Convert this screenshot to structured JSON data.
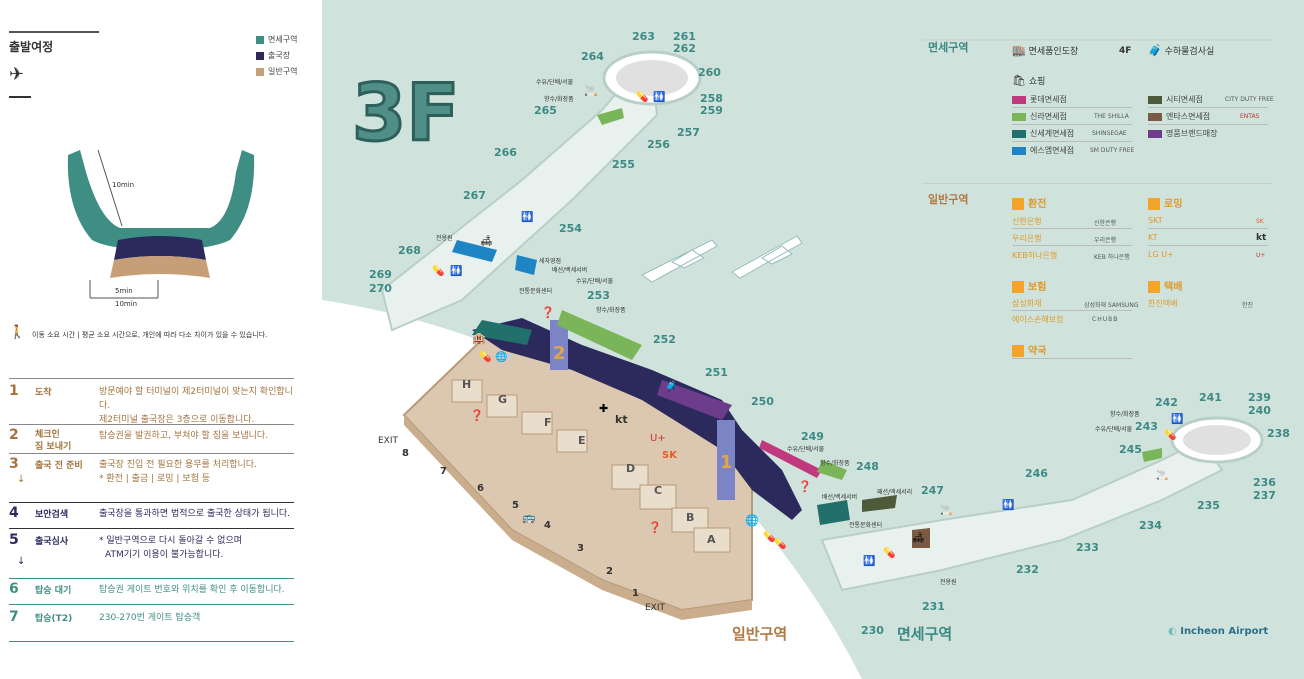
{
  "left_panel": {
    "title": "출발여정",
    "legend": [
      {
        "label": "면세구역",
        "color": "#3f8e84"
      },
      {
        "label": "출국장",
        "color": "#2c2a5c"
      },
      {
        "label": "일반구역",
        "color": "#c69f78"
      }
    ],
    "diagram": {
      "times": [
        "10min",
        "5min",
        "10min"
      ]
    },
    "note": "이동 소요 시간 | 평균 소요 시간으로, 개인에 따라 다소 차이가 있을 수 있습니다.",
    "steps": [
      {
        "n": "1",
        "label": "도착",
        "desc": "방문예야 할 터미널이 제2터미널이 맞는지 확인합니다.",
        "desc2": "제2터미널 출국장은 3층으로 이동합니다."
      },
      {
        "n": "2",
        "label": "체크인",
        "label2": "짐 보내기",
        "desc": "탑승권을 발권하고, 부쳐야 할 짐을 보냅니다."
      },
      {
        "n": "3",
        "label": "출국 전 준비",
        "desc": "출국장 진입 전 필요한 용무를 처리합니다.",
        "desc2": "* 환전 | 출금 | 로밍 | 보험  등"
      },
      {
        "n": "4",
        "label": "보안검색",
        "desc": "출국장을 통과하면 법적으로 출국한 상태가 됩니다."
      },
      {
        "n": "5",
        "label": "출국심사",
        "desc": "* 일반구역으로 다시 돌아갈 수 없으며",
        "desc2": "ATM기기 이용이 불가능합니다."
      },
      {
        "n": "6",
        "label": "탑승 대기",
        "desc": "탑승권 게이트 번호와 위치를 확인 후 이동합니다."
      },
      {
        "n": "7",
        "label": "탑승(T2)",
        "desc": "230-270번 게이트 탑승객"
      }
    ]
  },
  "map": {
    "floor": "3F",
    "zone_general": "일반구역",
    "zone_dutyfree": "면세구역",
    "brand": "Incheon Airport",
    "exit": "EXIT",
    "gates": [
      "230",
      "231",
      "232",
      "233",
      "234",
      "235",
      "236",
      "237",
      "238",
      "239",
      "240",
      "241",
      "242",
      "243",
      "245",
      "246",
      "247",
      "248",
      "249",
      "250",
      "251",
      "252",
      "253",
      "254",
      "255",
      "256",
      "257",
      "258",
      "259",
      "260",
      "261",
      "262",
      "263",
      "264",
      "265",
      "266",
      "267",
      "268",
      "269",
      "270"
    ],
    "counters": [
      "A",
      "B",
      "C",
      "D",
      "E",
      "F",
      "G",
      "H"
    ],
    "entrances": [
      "1",
      "2",
      "3",
      "4",
      "5",
      "6",
      "7",
      "8"
    ],
    "security": [
      "1",
      "2"
    ],
    "places": {
      "shower": "수유/단배/서물",
      "restroom": "향수/화장품",
      "store": "세자영점",
      "culture": "전통문화센터",
      "express": "전용원",
      "lounge": "배선/백세서버",
      "luxury": "패션/액세서리"
    },
    "legend": {
      "dutyfree_title": "면세구역",
      "delivery": "면세품인도장",
      "delivery_floor": "4F",
      "baggage": "수하물검사실",
      "shopping": "쇼핑",
      "shops_left": [
        {
          "name": "롯데면세점",
          "color": "#c0397e"
        },
        {
          "name": "신라면세점",
          "color": "#7bb55a"
        },
        {
          "name": "신세계면세점",
          "color": "#21706b"
        },
        {
          "name": "에스엠면세점",
          "color": "#1f84c4"
        }
      ],
      "shops_left_logos": [
        "",
        "THE SHILLA",
        "SHINSEGAE",
        "SM DUTY FREE"
      ],
      "shops_right": [
        {
          "name": "시티면세점",
          "color": "#4e5b3a"
        },
        {
          "name": "엔타스면세점",
          "color": "#7a5a44"
        },
        {
          "name": "명품브랜드매장",
          "color": "#6b3d8a"
        }
      ],
      "shops_right_logos": [
        "CITY DUTY FREE",
        "ENTAS"
      ],
      "general_title": "일반구역",
      "exchange": "환전",
      "banks": [
        "신한은행",
        "우리은행",
        "KEB하나은행"
      ],
      "bank_logos": [
        "신한은행",
        "우리은행",
        "KEB 하나은행"
      ],
      "roaming": "로밍",
      "telcos": [
        "SKT",
        "KT",
        "LG U+"
      ],
      "telco_logos": [
        "SK",
        "kt",
        "U+"
      ],
      "insurance": "보험",
      "insurers": [
        "삼성화재",
        "에이스손해보험"
      ],
      "insurer_logos": [
        "삼성화재 SAMSUNG",
        "CHUBB"
      ],
      "courier": "택배",
      "couriers": [
        "한진택배"
      ],
      "courier_logos": [
        "한진"
      ],
      "pharmacy": "약국"
    }
  }
}
